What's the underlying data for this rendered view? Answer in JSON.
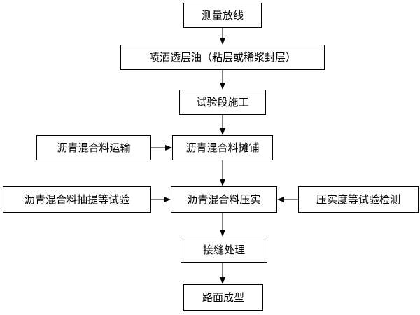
{
  "diagram": {
    "nodes": {
      "survey": "测量放线",
      "prime_coat": "喷洒透层油（粘层或稀浆封层）",
      "trial_section": "试验段施工",
      "transport": "沥青混合料运输",
      "paving": "沥青混合料摊铺",
      "sampling_test": "沥青混合料抽提等试验",
      "compaction": "沥青混合料压实",
      "density_test": "压实度等试验检测",
      "joint_treatment": "接缝处理",
      "road_forming": "路面成型"
    },
    "edges": [
      [
        "survey",
        "prime_coat"
      ],
      [
        "prime_coat",
        "trial_section"
      ],
      [
        "trial_section",
        "paving"
      ],
      [
        "transport",
        "paving"
      ],
      [
        "paving",
        "compaction"
      ],
      [
        "sampling_test",
        "compaction"
      ],
      [
        "density_test",
        "compaction"
      ],
      [
        "compaction",
        "joint_treatment"
      ],
      [
        "joint_treatment",
        "road_forming"
      ]
    ],
    "line_color": "#000000"
  }
}
